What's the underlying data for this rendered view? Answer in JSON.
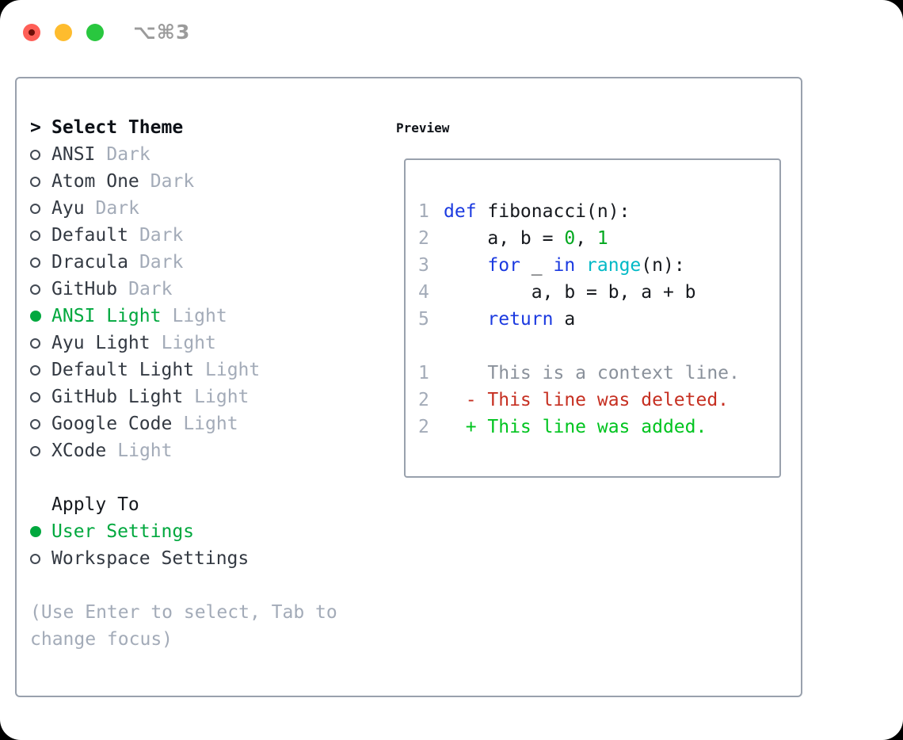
{
  "window": {
    "title": "⌥⌘3"
  },
  "colors": {
    "selection_green": "#00a83e",
    "added_green": "#00c41f",
    "deleted_red": "#c62f21",
    "keyword_blue": "#1b3ae0",
    "function_cyan": "#00b9c6",
    "number_green": "#00a81e",
    "muted_gray": "#a3abb8",
    "border_gray": "#99a1ad",
    "traffic_red": "#ff5f57",
    "traffic_yellow": "#febc2e",
    "traffic_green": "#29c73f"
  },
  "theme_panel": {
    "prompt": ">",
    "header": "Select Theme",
    "themes": [
      {
        "name": "ANSI",
        "variant": "Dark",
        "selected": false
      },
      {
        "name": "Atom One",
        "variant": "Dark",
        "selected": false
      },
      {
        "name": "Ayu",
        "variant": "Dark",
        "selected": false
      },
      {
        "name": "Default",
        "variant": "Dark",
        "selected": false
      },
      {
        "name": "Dracula",
        "variant": "Dark",
        "selected": false
      },
      {
        "name": "GitHub",
        "variant": "Dark",
        "selected": false
      },
      {
        "name": "ANSI Light",
        "variant": "Light",
        "selected": true
      },
      {
        "name": "Ayu Light",
        "variant": "Light",
        "selected": false
      },
      {
        "name": "Default Light",
        "variant": "Light",
        "selected": false
      },
      {
        "name": "GitHub Light",
        "variant": "Light",
        "selected": false
      },
      {
        "name": "Google Code",
        "variant": "Light",
        "selected": false
      },
      {
        "name": "XCode",
        "variant": "Light",
        "selected": false
      }
    ],
    "apply_to": {
      "header": "Apply To",
      "options": [
        {
          "label": "User Settings",
          "selected": true
        },
        {
          "label": "Workspace Settings",
          "selected": false
        }
      ]
    },
    "hint": "(Use Enter to select, Tab to change focus)"
  },
  "preview": {
    "header": "Preview",
    "code_lines": [
      {
        "num": "1",
        "tokens": [
          {
            "t": "def",
            "c": "kw"
          },
          {
            "t": " fibonacci(n):",
            "c": "fg"
          }
        ]
      },
      {
        "num": "2",
        "tokens": [
          {
            "t": "    a, b = ",
            "c": "fg"
          },
          {
            "t": "0",
            "c": "num"
          },
          {
            "t": ", ",
            "c": "fg"
          },
          {
            "t": "1",
            "c": "num"
          }
        ]
      },
      {
        "num": "3",
        "tokens": [
          {
            "t": "    ",
            "c": "fg"
          },
          {
            "t": "for",
            "c": "kw"
          },
          {
            "t": " _ ",
            "c": "fg"
          },
          {
            "t": "in",
            "c": "kw"
          },
          {
            "t": " ",
            "c": "fg"
          },
          {
            "t": "range",
            "c": "fn"
          },
          {
            "t": "(n):",
            "c": "fg"
          }
        ]
      },
      {
        "num": "4",
        "tokens": [
          {
            "t": "        a, b = b, a + b",
            "c": "fg"
          }
        ]
      },
      {
        "num": "5",
        "tokens": [
          {
            "t": "    ",
            "c": "fg"
          },
          {
            "t": "return",
            "c": "kw"
          },
          {
            "t": " a",
            "c": "fg"
          }
        ]
      }
    ],
    "diff_lines": [
      {
        "num": "1",
        "kind": "context",
        "text": "    This is a context line."
      },
      {
        "num": "2",
        "kind": "deleted",
        "text": "  - This line was deleted."
      },
      {
        "num": "2",
        "kind": "added",
        "text": "  + This line was added."
      }
    ]
  }
}
